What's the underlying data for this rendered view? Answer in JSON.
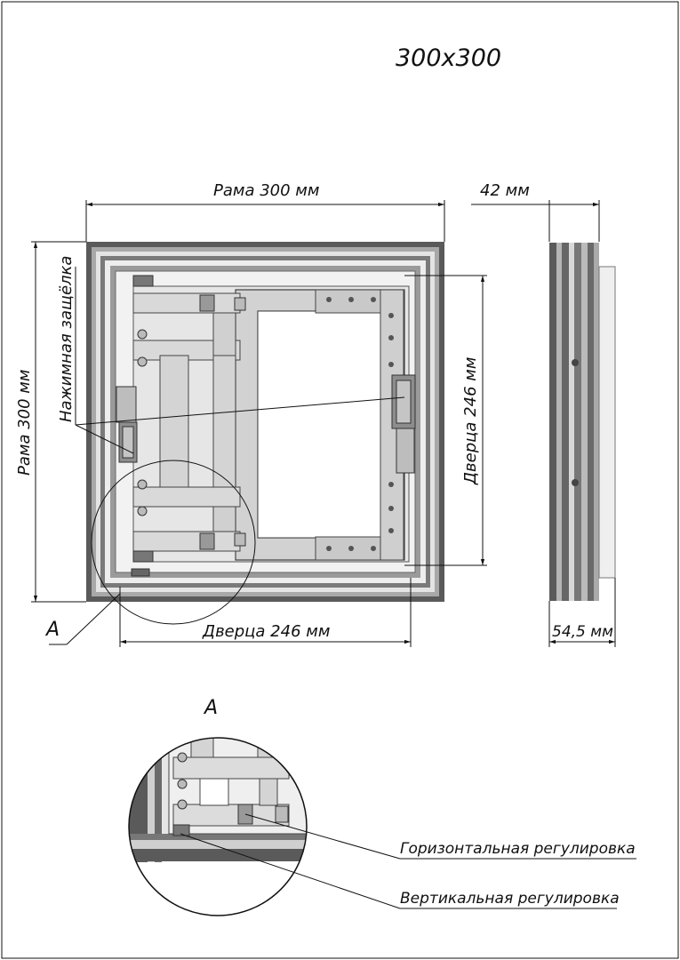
{
  "title": "300x300",
  "dimensions": {
    "frame_width": "Рама 300 мм",
    "frame_height": "Рама 300 мм",
    "depth_top": "42 мм",
    "depth_bottom": "54,5 мм",
    "door_width": "Дверца 246 мм",
    "door_height": "Дверца 246 мм"
  },
  "callouts": {
    "latch": "Нажимная защёлка",
    "detail_marker": "A",
    "detail_title": "A",
    "horizontal_adjust": "Горизонтальная регулировка",
    "vertical_adjust": "Вертикальная регулировка"
  },
  "colors": {
    "frame_dark": "#555555",
    "frame_mid": "#8a8a8a",
    "frame_light": "#d6d6d6",
    "metal": "#c8c8c8",
    "line": "#111111"
  }
}
